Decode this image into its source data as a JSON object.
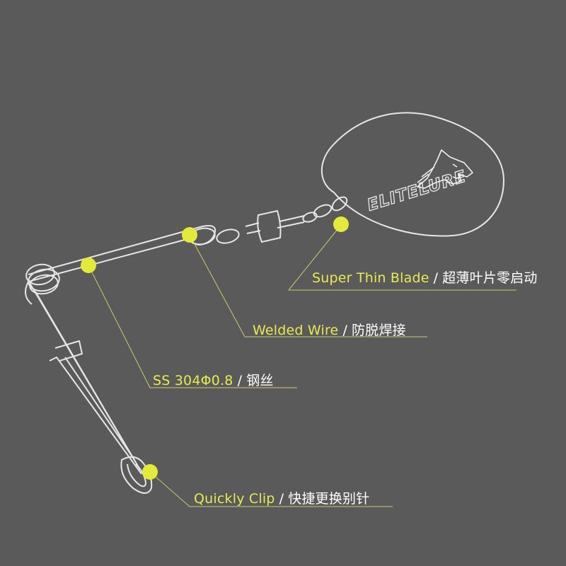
{
  "colors": {
    "background": "#5a5a5a",
    "outline": "#e6e6e6",
    "accent": "#e4ea3a",
    "leader": "#c9cc6a",
    "label_en": "#e8ea52",
    "label_zh": "#ffffff"
  },
  "blade": {
    "brand": "ELITELURE",
    "logo_icon": "wolf-head-icon"
  },
  "callouts": [
    {
      "id": "blade",
      "en": "Super Thin Blade",
      "sep": "/",
      "zh": "超薄叶片零启动"
    },
    {
      "id": "weld",
      "en": "Welded Wire",
      "sep": "/",
      "zh": "防脱焊接"
    },
    {
      "id": "wire",
      "en": "SS 304Φ0.8",
      "sep": "/",
      "zh": "钢丝"
    },
    {
      "id": "clip",
      "en": "Quickly Clip",
      "sep": "/",
      "zh": "快捷更换别针"
    }
  ]
}
